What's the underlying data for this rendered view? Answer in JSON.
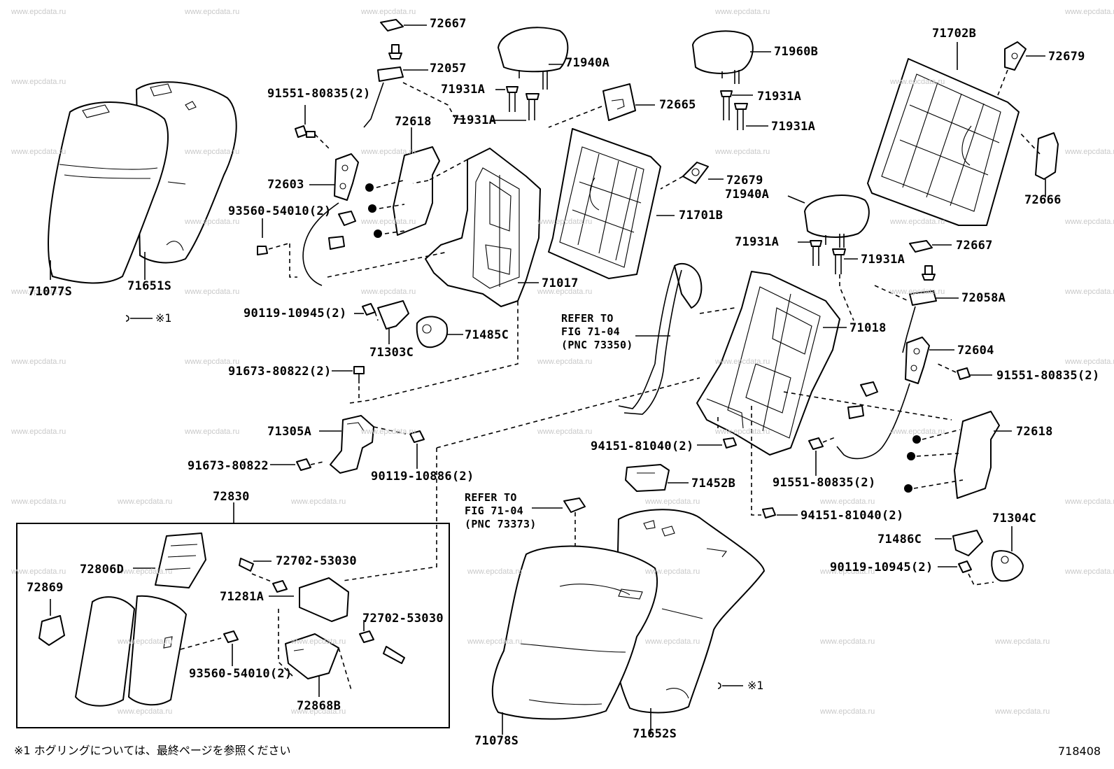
{
  "watermark": "www.epcdata.ru",
  "figure_number": "718408",
  "footnote": "※1 ホグリングについては、最終ページを参照ください",
  "hog_ring_marks": [
    {
      "id": "left",
      "text": "※1"
    },
    {
      "id": "bottom",
      "text": "※1"
    }
  ],
  "references": [
    {
      "id": "belt",
      "lines": [
        "REFER TO",
        "FIG 71-04",
        "(PNC 73350)"
      ]
    },
    {
      "id": "hook",
      "lines": [
        "REFER TO",
        "FIG 71-04",
        "(PNC 73373)"
      ]
    }
  ],
  "callouts": {
    "p72667_top": "72667",
    "p72057": "72057",
    "p71940A_top": "71940A",
    "p71931A_top1": "71931A",
    "p71931A_top2": "71931A",
    "p91551_80835_top": "91551-80835(2)",
    "p72618_left": "72618",
    "p72665": "72665",
    "p71960B": "71960B",
    "p71931A_right1": "71931A",
    "p71931A_right2": "71931A",
    "p71702B": "71702B",
    "p72679_top": "72679",
    "p72679_mid": "72679",
    "p72666": "72666",
    "p72603": "72603",
    "p93560_54010_top": "93560-54010(2)",
    "p71077S": "71077S",
    "p71651S": "71651S",
    "p71701B": "71701B",
    "p71940A_mid": "71940A",
    "p71931A_mid1": "71931A",
    "p71931A_mid2": "71931A",
    "p72667_right": "72667",
    "p71017": "71017",
    "p72058A": "72058A",
    "p90119_10945_left": "90119-10945(2)",
    "p71485C": "71485C",
    "p71018": "71018",
    "p71303C": "71303C",
    "p72604": "72604",
    "p91673_80822_2": "91673-80822(2)",
    "p91551_80835_right": "91551-80835(2)",
    "p71305A": "71305A",
    "p72618_right": "72618",
    "p94151_81040_mid": "94151-81040(2)",
    "p91673_80822": "91673-80822",
    "p90119_10886": "90119-10886(2)",
    "p71452B": "71452B",
    "p91551_80835_bottom": "91551-80835(2)",
    "p94151_81040_bottom": "94151-81040(2)",
    "p72830": "72830",
    "p71486C": "71486C",
    "p71304C": "71304C",
    "p72806D": "72806D",
    "p72702_53030_top": "72702-53030",
    "p90119_10945_right": "90119-10945(2)",
    "p72869": "72869",
    "p71281A": "71281A",
    "p72702_53030_bottom": "72702-53030",
    "p93560_54010_bottom": "93560-54010(2)",
    "p72868B": "72868B",
    "p71078S": "71078S",
    "p71652S": "71652S"
  }
}
